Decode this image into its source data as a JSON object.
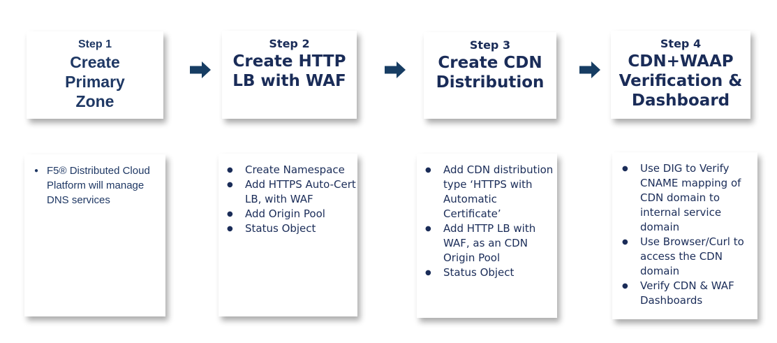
{
  "page": {
    "background_color": "#ffffff"
  },
  "colors": {
    "ink_column_1": "#1f3864",
    "ink_columns_2_4": "#1a2c58",
    "arrow_fill": "#173d63",
    "card_background": "#ffffff",
    "card_shadow": "rgba(0,0,0,0.33)"
  },
  "flow": {
    "steps": [
      {
        "label": "Step 1",
        "title": [
          "Create",
          "Primary",
          "Zone"
        ]
      },
      {
        "label": "Step 2",
        "title": [
          "Create HTTP",
          "LB with WAF"
        ]
      },
      {
        "label": "Step 3",
        "title": [
          "Create CDN",
          "Distribution"
        ]
      },
      {
        "label": "Step 4",
        "title": [
          "CDN+WAAP",
          "Verification &",
          "Dashboard"
        ]
      }
    ],
    "arrows": [
      {
        "icon": "right-block-arrow-icon"
      },
      {
        "icon": "right-block-arrow-icon"
      },
      {
        "icon": "right-block-arrow-icon"
      }
    ],
    "details": [
      {
        "bullets": [
          "F5® Distributed Cloud Platform will manage DNS services"
        ]
      },
      {
        "bullets": [
          "Create Namespace",
          "Add HTTPS Auto-Cert LB, with WAF",
          "Add Origin Pool",
          "Status Object"
        ]
      },
      {
        "bullets": [
          "Add CDN distribution type ‘HTTPS with Automatic Certificate’",
          "Add HTTP LB with WAF, as an CDN Origin Pool",
          "Status Object"
        ]
      },
      {
        "bullets": [
          "Use DIG to Verify CNAME mapping of CDN domain to internal service domain",
          "Use Browser/Curl to access the CDN domain",
          "Verify CDN & WAF Dashboards"
        ]
      }
    ]
  }
}
